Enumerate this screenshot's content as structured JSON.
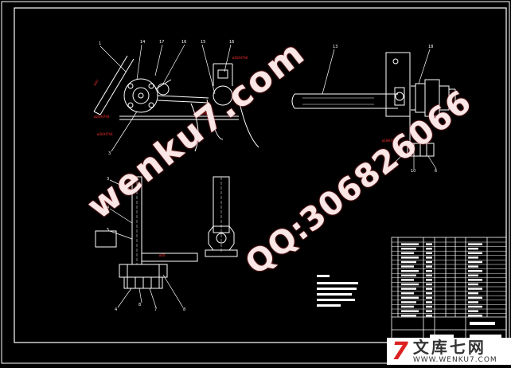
{
  "colors": {
    "background": "#000000",
    "lines": "#ffffff",
    "dims": "#ff3030",
    "leaders": "#ffffff"
  },
  "watermark": {
    "site": "wenku7.com",
    "qq": "QQ:306826066"
  },
  "logo": {
    "mark": "7",
    "name": "文库七网",
    "url": "WWW.WENKU7.COM"
  },
  "title_block": {
    "drawing_title": "",
    "drawing_name": ""
  },
  "icons": {
    "logo_mark": "red-seven-logo-icon"
  }
}
